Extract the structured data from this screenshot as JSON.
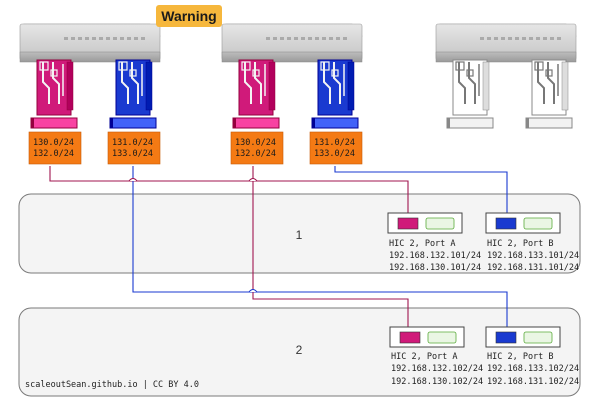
{
  "warning": {
    "label": "Warning"
  },
  "switches": [
    {
      "cards": [
        {
          "color": "#d01a7a",
          "subnets": [
            "130.0/24",
            "132.0/24"
          ]
        },
        {
          "color": "#1a3ad0",
          "subnets": [
            "131.0/24",
            "133.0/24"
          ]
        }
      ]
    },
    {
      "cards": [
        {
          "color": "#d01a7a",
          "subnets": [
            "130.0/24",
            "132.0/24"
          ]
        },
        {
          "color": "#1a3ad0",
          "subnets": [
            "131.0/24",
            "133.0/24"
          ]
        }
      ]
    },
    {
      "cards": [
        {
          "color": "#ffffff",
          "subnets": []
        },
        {
          "color": "#ffffff",
          "subnets": []
        }
      ]
    }
  ],
  "hosts": [
    {
      "label": "1",
      "ports": [
        {
          "name": "HIC 2, Port A",
          "ip1": "192.168.132.101/24",
          "ip2": "192.168.130.101/24",
          "color": "#d01a7a"
        },
        {
          "name": "HIC 2, Port B",
          "ip1": "192.168.133.101/24",
          "ip2": "192.168.131.101/24",
          "color": "#1a3ad0"
        }
      ]
    },
    {
      "label": "2",
      "ports": [
        {
          "name": "HIC 2, Port A",
          "ip1": "192.168.132.102/24",
          "ip2": "192.168.130.102/24",
          "color": "#d01a7a"
        },
        {
          "name": "HIC 2, Port B",
          "ip1": "192.168.133.102/24",
          "ip2": "192.168.131.102/24",
          "color": "#1a3ad0"
        }
      ]
    }
  ],
  "credit": "scaleoutSean.github.io | CC BY 4.0",
  "colors": {
    "link_a": "#a0154f",
    "link_b": "#1a3ad0",
    "subnet_box": "#f47a14",
    "warning_bg": "#f6b73c",
    "host_box_fill": "#f4f4f4"
  }
}
